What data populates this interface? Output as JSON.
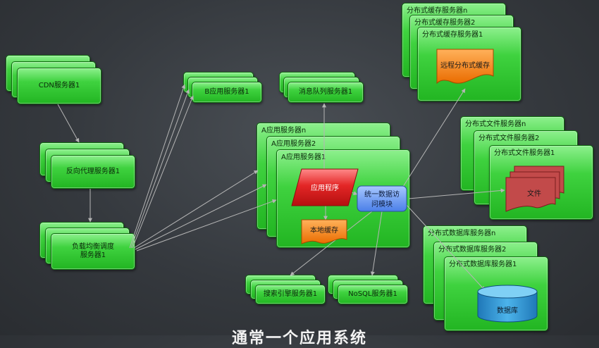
{
  "cdn": {
    "label": "CDN服务器1"
  },
  "reverse_proxy": {
    "label": "反向代理服务器1"
  },
  "load_balancer": {
    "label_line1": "负载均衡调度",
    "label_line2": "服务器1"
  },
  "b_app": {
    "label": "B应用服务器1"
  },
  "message_queue": {
    "label": "消息队列服务器1"
  },
  "a_app": {
    "label_n": "A应用服务器n",
    "label_2": "A应用服务器2",
    "label_1": "A应用服务器1"
  },
  "app_program": {
    "label": "应用程序"
  },
  "data_access": {
    "label_line1": "统一数据访",
    "label_line2": "问模块"
  },
  "local_cache": {
    "label": "本地缓存"
  },
  "cache_servers": {
    "label_n": "分布式缓存服务器n",
    "label_2": "分布式缓存服务器2",
    "label_1": "分布式缓存服务器1",
    "shape_label": "远程分布式缓存"
  },
  "file_servers": {
    "label_n": "分布式文件服务器n",
    "label_2": "分布式文件服务器2",
    "label_1": "分布式文件服务器1",
    "shape_label": "文件"
  },
  "db_servers": {
    "label_n": "分布式数据库服务器n",
    "label_2": "分布式数据库服务器2",
    "label_1": "分布式数据库服务器1",
    "shape_label": "数据库"
  },
  "search": {
    "label": "搜索引擎服务器1"
  },
  "nosql": {
    "label": "NoSQL服务器1"
  },
  "caption": "通常一个应用系统",
  "colors": {
    "box_green": "#3fd23f",
    "app_red": "#e32626",
    "cache_orange": "#f07a0a",
    "module_blue": "#5a8ff0",
    "file_red": "#c24a4a",
    "db_blue": "#2c8fd0",
    "connector": "#b5b5b5"
  }
}
